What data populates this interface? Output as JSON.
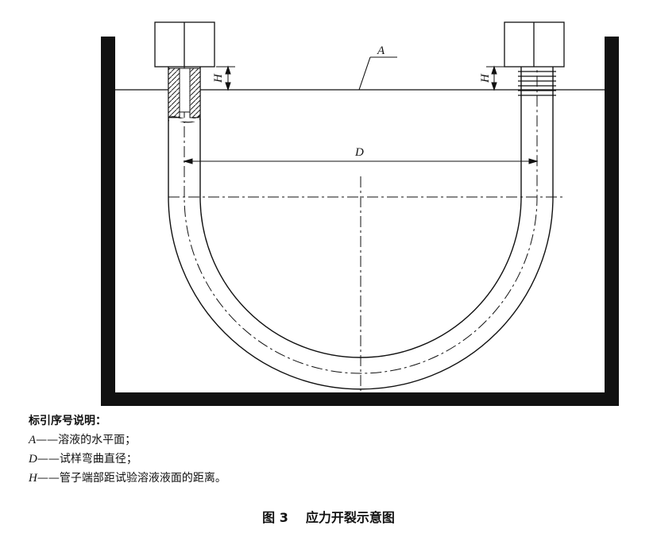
{
  "diagram": {
    "labels": {
      "A": "A",
      "D": "D",
      "H": "H"
    }
  },
  "legend": {
    "title": "标引序号说明：",
    "items": [
      {
        "key": "A",
        "dash": "——",
        "text": "溶液的水平面；"
      },
      {
        "key": "D",
        "dash": "——",
        "text": "试样弯曲直径；"
      },
      {
        "key": "H",
        "dash": "——",
        "text": "管子端部距试验溶液液面的距离。"
      }
    ]
  },
  "caption": {
    "number": "图 3",
    "title": "应力开裂示意图"
  }
}
